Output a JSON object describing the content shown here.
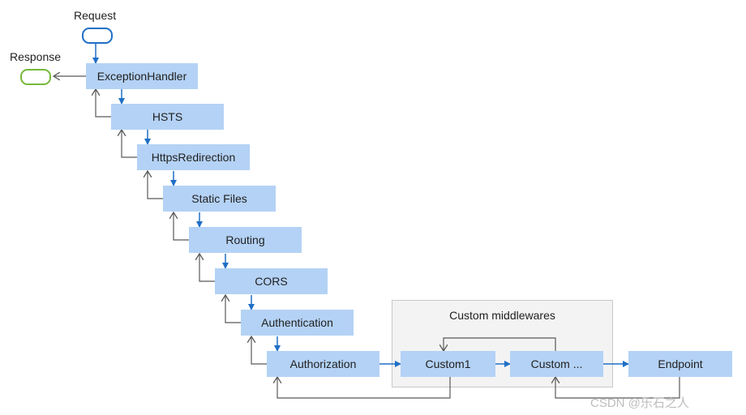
{
  "labels": {
    "request": "Request",
    "response": "Response"
  },
  "pipeline": [
    "ExceptionHandler",
    "HSTS",
    "HttpsRedirection",
    "Static Files",
    "Routing",
    "CORS",
    "Authentication",
    "Authorization"
  ],
  "custom_group": {
    "title": "Custom middlewares",
    "items": [
      "Custom1",
      "Custom ..."
    ]
  },
  "endpoint": "Endpoint",
  "watermark": "CSDN @乐石之人",
  "colors": {
    "box_fill": "#b4d2f5",
    "request_arrow": "#1f6fc6",
    "response_arrow": "#595959",
    "request_pill": "#1f6fc6",
    "response_pill": "#76b83b"
  }
}
